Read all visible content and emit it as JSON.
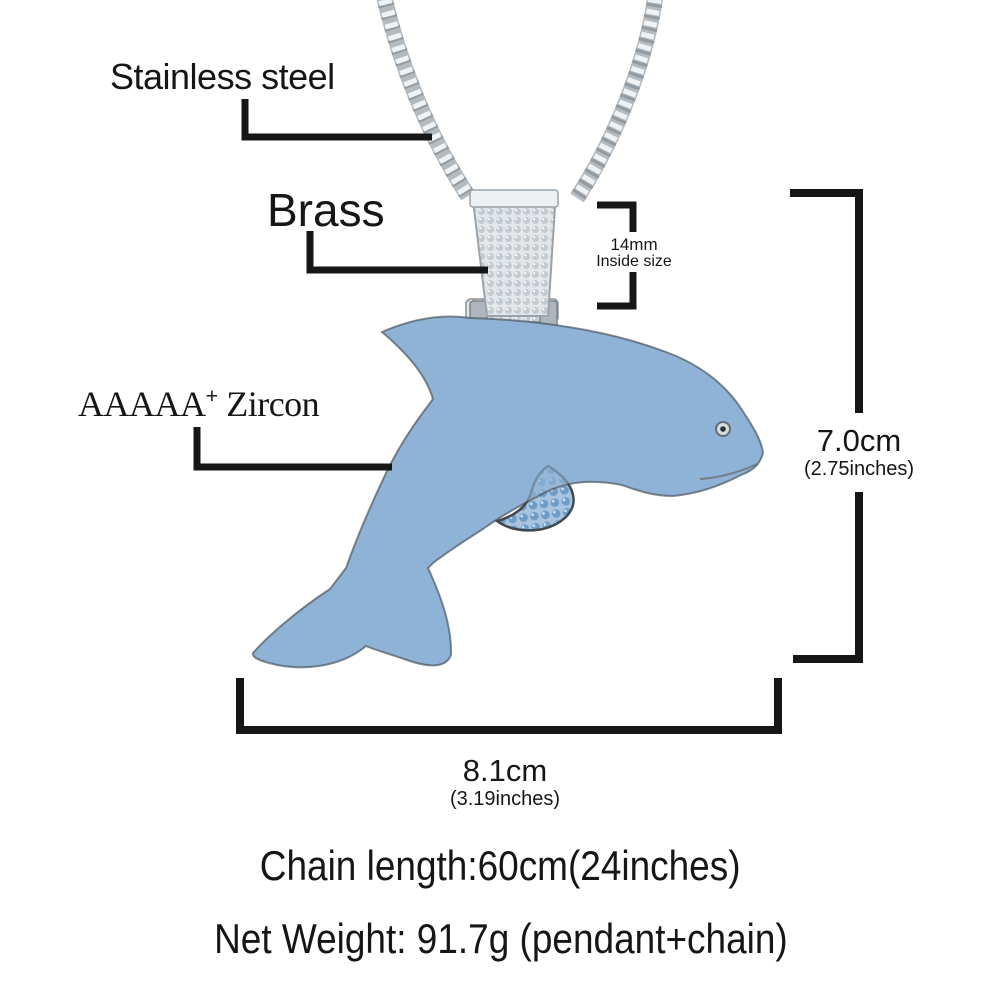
{
  "annotations": {
    "chain_material": "Stainless steel",
    "bail_material": "Brass",
    "stone_grade": "AAAAA",
    "stone_grade_sup": "+",
    "stone_name": " Zircon",
    "bail_inside_size": {
      "value": "14mm",
      "label": "Inside size"
    },
    "pendant_height": {
      "value": "7.0cm",
      "inches": "(2.75inches)"
    },
    "pendant_width": {
      "value": "8.1cm",
      "inches": "(3.19inches)"
    }
  },
  "specs": {
    "chain_length": "Chain length:60cm(24inches)",
    "net_weight": "Net Weight: 91.7g (pendant+chain)"
  },
  "illustration": {
    "subject": "iced-out dolphin pendant on rope chain",
    "colors": {
      "stone_blue": "#6d9cc7",
      "stone_blue_dark": "#3f6f9f",
      "stone_blue_light": "#a9c4de",
      "stone_white": "#c3cad0",
      "metal_silver": "#b3bac0",
      "annotation_line": "#161616"
    }
  }
}
